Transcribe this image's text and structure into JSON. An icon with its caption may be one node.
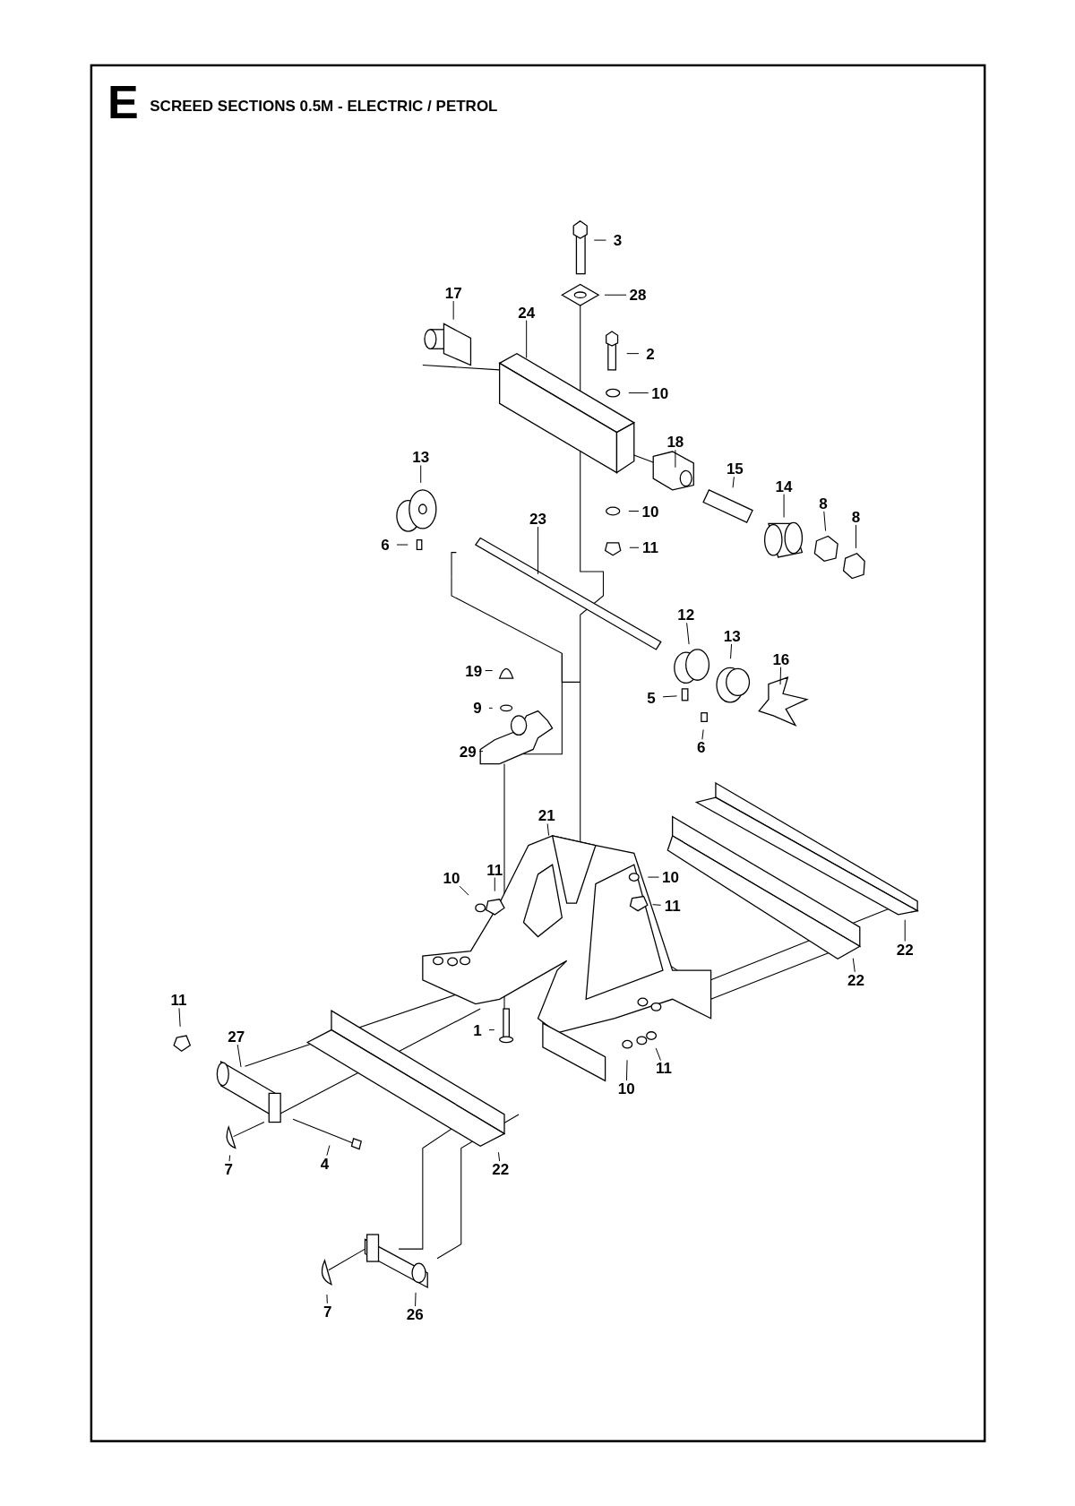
{
  "diagram": {
    "title": "SCREED SECTIONS 0.5M - ELECTRIC / PETROL",
    "nodes": [
      {
        "text": [
          "3"
        ]
      },
      {
        "text": [
          "28"
        ]
      },
      {
        "text": [
          "17"
        ]
      },
      {
        "text": [
          "24"
        ]
      },
      {
        "text": [
          "2"
        ]
      },
      {
        "text": [
          "10"
        ]
      },
      {
        "text": [
          "18"
        ]
      },
      {
        "text": [
          "15"
        ]
      },
      {
        "text": [
          "13"
        ]
      },
      {
        "text": [
          "14"
        ]
      },
      {
        "text": [
          "8"
        ]
      },
      {
        "text": [
          "8"
        ]
      },
      {
        "text": [
          "23"
        ]
      },
      {
        "text": [
          "10"
        ]
      },
      {
        "text": [
          "6"
        ]
      },
      {
        "text": [
          "11"
        ]
      },
      {
        "text": [
          "12"
        ]
      },
      {
        "text": [
          "13"
        ]
      },
      {
        "text": [
          "16"
        ]
      },
      {
        "text": [
          "19"
        ]
      },
      {
        "text": [
          "5"
        ]
      },
      {
        "text": [
          "9"
        ]
      },
      {
        "text": [
          "6"
        ]
      },
      {
        "text": [
          "29"
        ]
      },
      {
        "text": [
          "21"
        ]
      },
      {
        "text": [
          "11"
        ]
      },
      {
        "text": [
          "10"
        ]
      },
      {
        "text": [
          "10"
        ]
      },
      {
        "text": [
          "11"
        ]
      },
      {
        "text": [
          "22"
        ]
      },
      {
        "text": [
          "22"
        ]
      },
      {
        "text": [
          "11"
        ]
      },
      {
        "text": [
          "27"
        ]
      },
      {
        "text": [
          "1"
        ]
      },
      {
        "text": [
          "11"
        ]
      },
      {
        "text": [
          "10"
        ]
      },
      {
        "text": [
          "7"
        ]
      },
      {
        "text": [
          "4"
        ]
      },
      {
        "text": [
          "22"
        ]
      },
      {
        "text": [
          "7"
        ]
      },
      {
        "text": [
          "26"
        ]
      }
    ],
    "edges": [
      {
        "from": 0,
        "to": null,
        "arrow": "none"
      },
      {
        "from": 1,
        "to": null,
        "arrow": "none"
      },
      {
        "from": 2,
        "to": null,
        "arrow": "none"
      },
      {
        "from": 3,
        "to": null,
        "arrow": "none"
      },
      {
        "from": 4,
        "to": null,
        "arrow": "none"
      },
      {
        "from": 5,
        "to": null,
        "arrow": "none"
      },
      {
        "from": 6,
        "to": null,
        "arrow": "none"
      },
      {
        "from": 7,
        "to": null,
        "arrow": "none"
      },
      {
        "from": 8,
        "to": null,
        "arrow": "none"
      },
      {
        "from": 9,
        "to": null,
        "arrow": "none"
      },
      {
        "from": 10,
        "to": null,
        "arrow": "none"
      },
      {
        "from": 11,
        "to": null,
        "arrow": "none"
      },
      {
        "from": 12,
        "to": null,
        "arrow": "none"
      },
      {
        "from": 13,
        "to": null,
        "arrow": "none"
      },
      {
        "from": 14,
        "to": null,
        "arrow": "none"
      },
      {
        "from": 15,
        "to": null,
        "arrow": "none"
      },
      {
        "from": 16,
        "to": null,
        "arrow": "none"
      },
      {
        "from": 17,
        "to": null,
        "arrow": "none"
      },
      {
        "from": 18,
        "to": null,
        "arrow": "none"
      },
      {
        "from": 19,
        "to": null,
        "arrow": "none"
      },
      {
        "from": 20,
        "to": null,
        "arrow": "none"
      },
      {
        "from": 21,
        "to": null,
        "arrow": "none"
      },
      {
        "from": 22,
        "to": null,
        "arrow": "none"
      },
      {
        "from": 23,
        "to": null,
        "arrow": "none"
      },
      {
        "from": 24,
        "to": null,
        "arrow": "none"
      },
      {
        "from": 25,
        "to": null,
        "arrow": "none"
      },
      {
        "from": 26,
        "to": null,
        "arrow": "none"
      },
      {
        "from": 27,
        "to": null,
        "arrow": "none"
      },
      {
        "from": 28,
        "to": null,
        "arrow": "none"
      },
      {
        "from": 29,
        "to": null,
        "arrow": "none"
      },
      {
        "from": 30,
        "to": null,
        "arrow": "none"
      },
      {
        "from": 31,
        "to": null,
        "arrow": "none"
      },
      {
        "from": 32,
        "to": null,
        "arrow": "none"
      },
      {
        "from": 33,
        "to": null,
        "arrow": "none"
      },
      {
        "from": 34,
        "to": null,
        "arrow": "none"
      },
      {
        "from": 35,
        "to": null,
        "arrow": "none"
      },
      {
        "from": 36,
        "to": null,
        "arrow": "none"
      },
      {
        "from": 37,
        "to": null,
        "arrow": "none"
      },
      {
        "from": 38,
        "to": null,
        "arrow": "none"
      },
      {
        "from": 39,
        "to": null,
        "arrow": "none"
      },
      {
        "from": 40,
        "to": null,
        "arrow": "none"
      }
    ],
    "labels": [
      "E"
    ]
  }
}
